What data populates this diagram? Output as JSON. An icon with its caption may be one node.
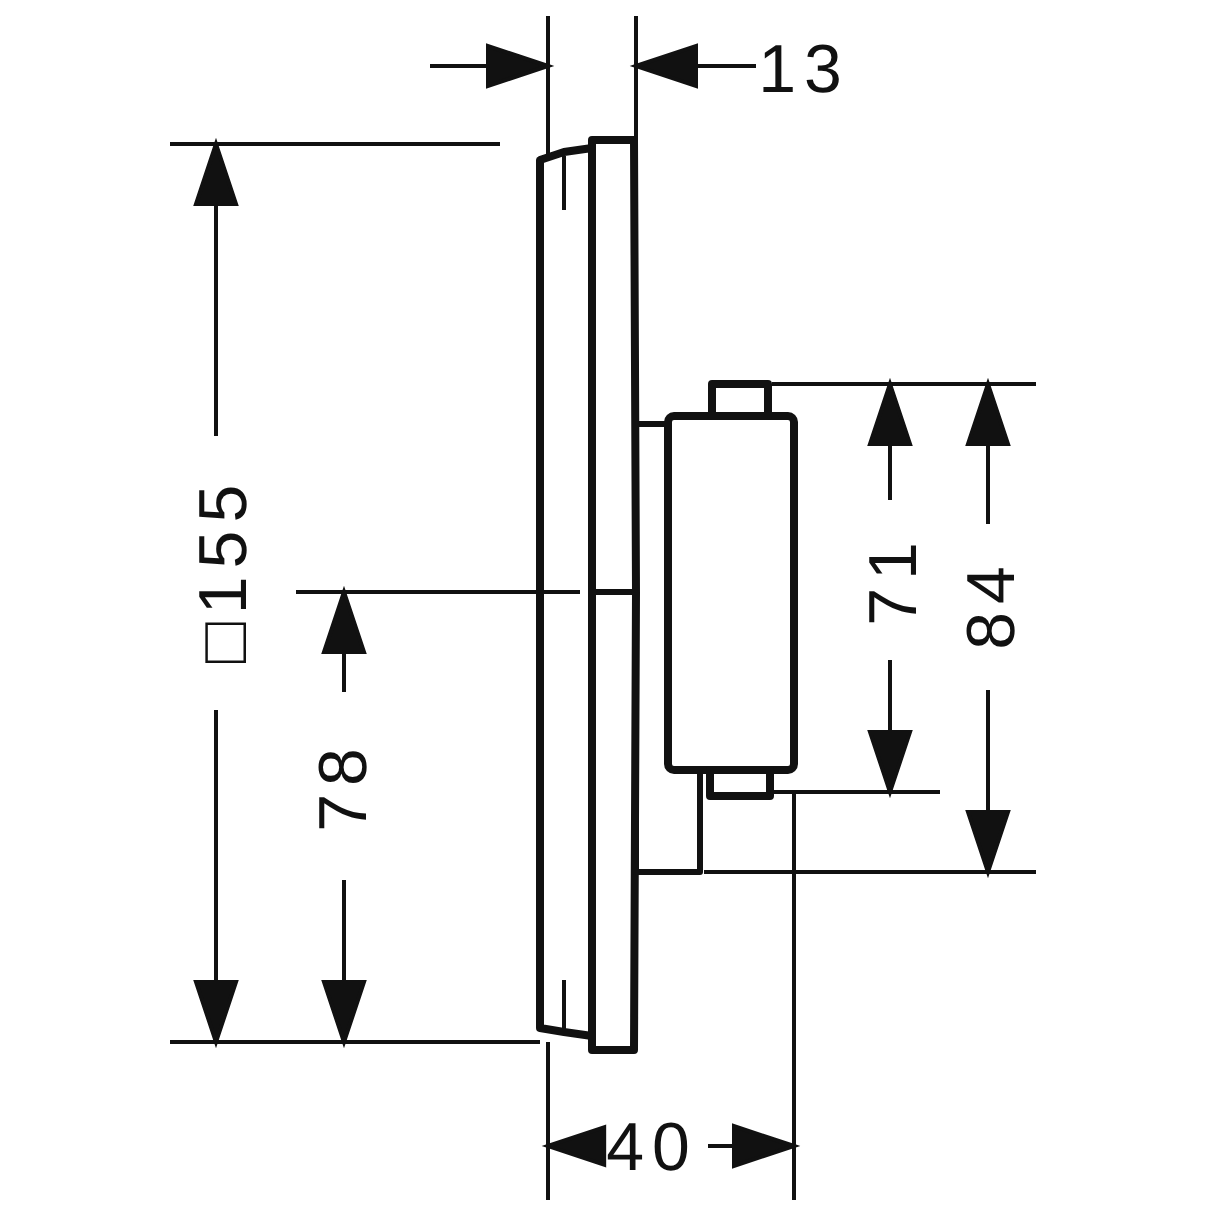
{
  "diagram": {
    "labels": [
      "13",
      "□155",
      "78",
      "71",
      "84",
      "40"
    ]
  }
}
